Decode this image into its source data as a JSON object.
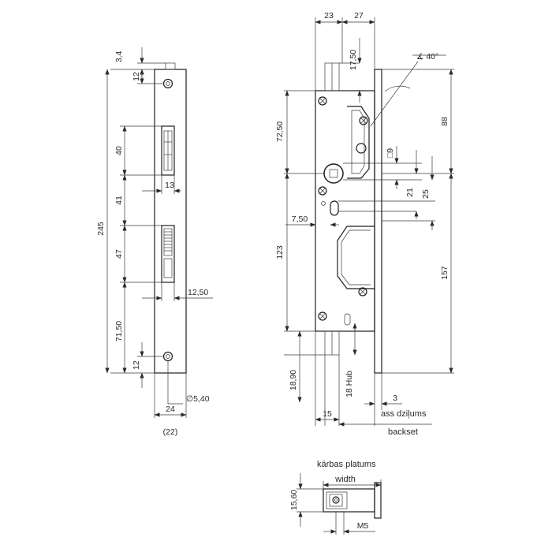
{
  "front_view": {
    "dims": {
      "d_3_4": "3,4",
      "d_12_top": "12",
      "d_245": "245",
      "d_40": "40",
      "d_13": "13",
      "d_41": "41",
      "d_47": "47",
      "d_12_50": "12,50",
      "d_71_50": "71,50",
      "d_12_bottom": "12",
      "d_dia_5_40": "∅5,40",
      "d_24": "24",
      "d_22": "(22)"
    }
  },
  "side_view": {
    "dims": {
      "d_23": "23",
      "d_27": "27",
      "d_17_50": "17,50",
      "d_angle": "∡ 40°",
      "d_72_50": "72,50",
      "d_88": "88",
      "d_sq9": "□9",
      "d_21": "21",
      "d_25": "25",
      "d_7_50": "7,50",
      "d_123": "123",
      "d_157": "157",
      "d_18_90": "18,90",
      "d_18_hub": "18 Hub",
      "d_3": "3",
      "d_15": "15"
    },
    "labels": {
      "backset_lv": "ass dziļums",
      "backset": "backset"
    }
  },
  "section_view": {
    "labels": {
      "width_lv": "kārbas platums",
      "width": "width"
    },
    "dims": {
      "d_15_60": "15,60",
      "d_m5": "M5"
    }
  }
}
